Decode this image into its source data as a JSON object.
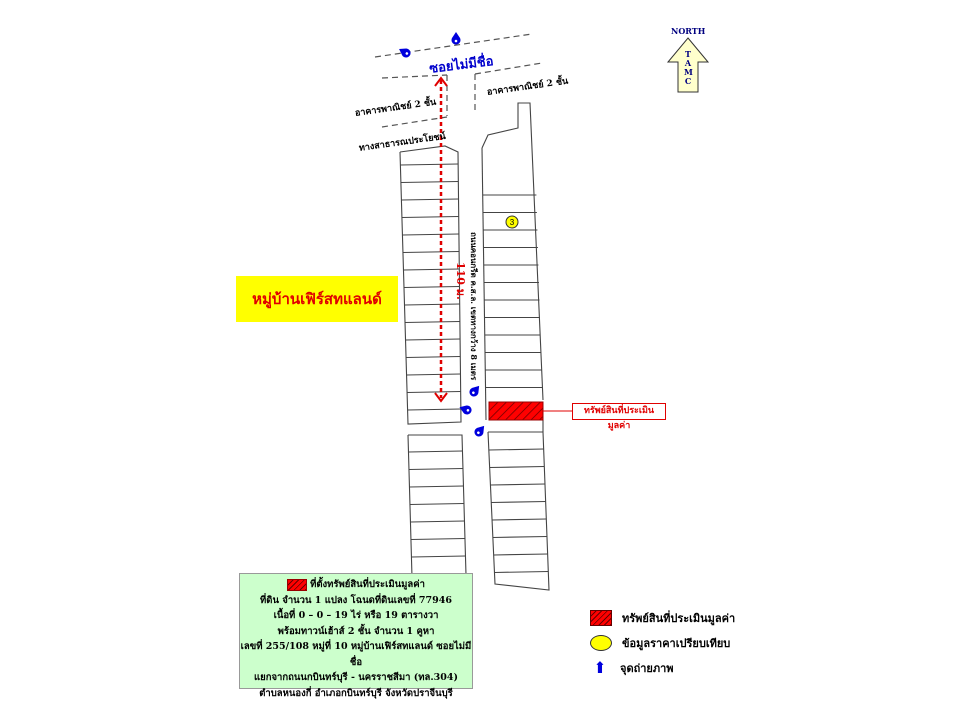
{
  "map": {
    "road_top_label": "ซอยไม่มีชื่อ",
    "building_left_label": "อาคารพาณิชย์ 2 ชั้น",
    "building_right_label": "อาคารพาณิชย์ 2 ชั้น",
    "public_utility_label": "ทางสาธารณประโยชน์",
    "internal_road_label": "ถนนคอนกรีต ค.ส.ล. เขตทางกว้าง 8 เมตร",
    "distance_label": "110 ม.",
    "village_banner": "หมู่บ้านเฟิร์สทแลนด์",
    "subject_callout": "ทรัพย์สินที่ประเมินมูลค่า",
    "comparable_marker": "3",
    "camera_points": [
      "4",
      "5",
      "6",
      "7",
      "8"
    ],
    "north_label": "NORTH",
    "north_logo_letters": [
      "T",
      "A",
      "M",
      "C"
    ]
  },
  "info_box": {
    "title": "ที่ตั้งทรัพย์สินที่ประเมินมูลค่า",
    "lines": [
      "ที่ดิน  จำนวน  1 แปลง  โฉนดที่ดินเลขที่ 77946",
      "เนื้อที่  0 – 0 – 19  ไร่  หรือ  19  ตารางวา",
      "พร้อมทาวน์เฮ้าส์ 2 ชั้น  จำนวน 1 คูหา",
      "เลขที่ 255/108  หมู่ที่ 10 หมู่บ้านเฟิร์สทแลนด์ ซอยไม่มีชื่อ",
      "แยกจากถนนกบินทร์บุรี - นครราชสีมา (ทล.304)",
      "ตำบลหนองกี่ อำเภอกบินทร์บุรี จังหวัดปราจีนบุรี"
    ]
  },
  "legend": [
    {
      "icon": "subject-hatch-icon",
      "label": "ทรัพย์สินที่ประเมินมูลค่า"
    },
    {
      "icon": "yellow-circle-icon",
      "label": "ข้อมูลราคาเปรียบเทียบ"
    },
    {
      "icon": "blue-arrow-icon",
      "label": "จุดถ่ายภาพ"
    }
  ],
  "colors": {
    "subject": "#ff0000",
    "comparable": "#ffff00",
    "camera": "#0000dd",
    "banner_bg": "#ffff00",
    "info_bg": "#ccffcc"
  }
}
